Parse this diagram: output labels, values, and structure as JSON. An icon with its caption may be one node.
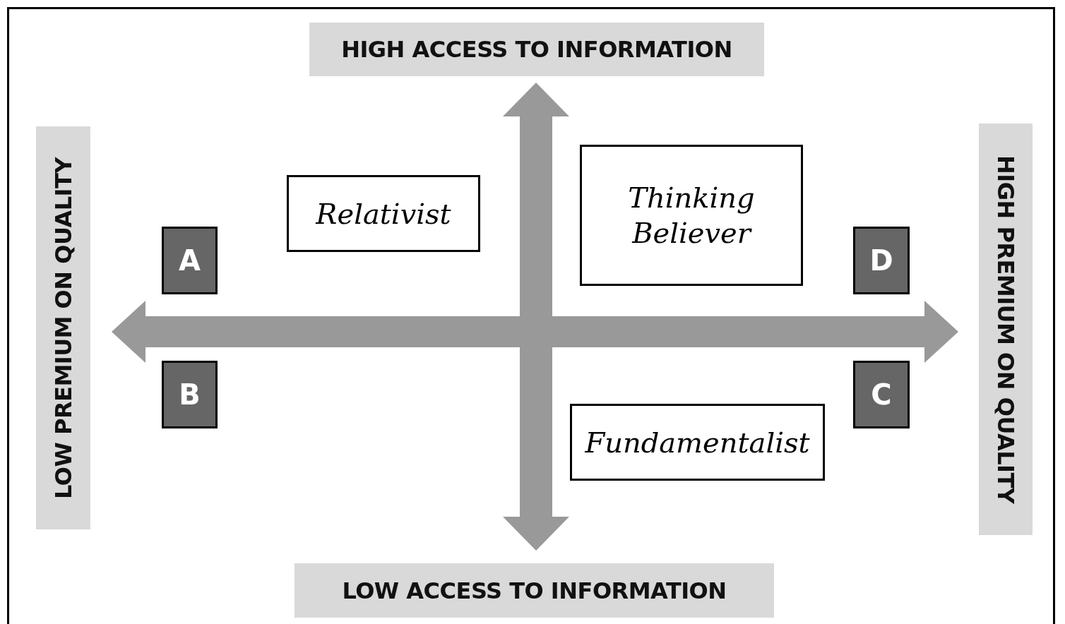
{
  "diagram": {
    "nodes": [
      {
        "text": [
          "HIGH ACCESS TO INFORMATION"
        ]
      },
      {
        "text": [
          "LOW PREMIUM ON QUALITY"
        ]
      },
      {
        "text": [
          "Relativist"
        ]
      },
      {
        "text": [
          "Thinking Believer"
        ]
      },
      {
        "text": [
          "A"
        ]
      },
      {
        "text": [
          "D"
        ]
      },
      {
        "text": [
          "HIGH PREMIUM ON QUALITY"
        ]
      },
      {
        "text": [
          "B"
        ]
      },
      {
        "text": [
          "C"
        ]
      },
      {
        "text": [
          "Fundamentalist"
        ]
      },
      {
        "text": [
          "LOW ACCESS TO INFORMATION"
        ]
      }
    ]
  }
}
